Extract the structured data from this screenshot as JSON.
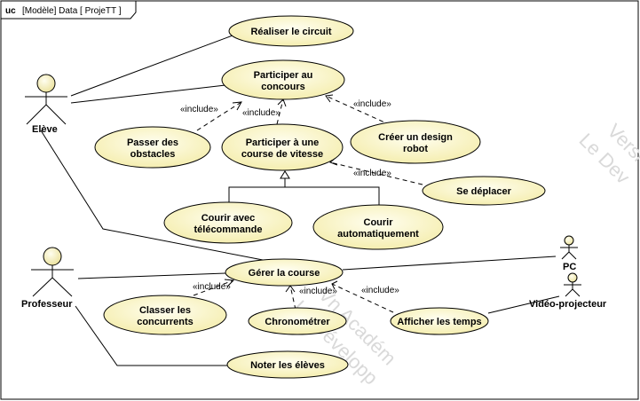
{
  "frame": {
    "kind": "uc",
    "title": "[Modèle] Data [ ProjeTT ]"
  },
  "actors": {
    "eleve": "Elève",
    "professeur": "Professeur",
    "pc": "PC",
    "video": "Vidéo-projecteur"
  },
  "use_cases": {
    "realiser": "Réaliser le circuit",
    "participer_concours": [
      "Participer au",
      "concours"
    ],
    "passer": [
      "Passer des",
      "obstacles"
    ],
    "participer_course": [
      "Participer à une",
      "course de vitesse"
    ],
    "creer": [
      "Créer un design",
      "robot"
    ],
    "deplacer": "Se déplacer",
    "courir_tele": [
      "Courir avec",
      "télécommande"
    ],
    "courir_auto": [
      "Courir",
      "automatiquement"
    ],
    "gerer": "Gérer la course",
    "classer": [
      "Classer les",
      "concurrents"
    ],
    "chrono": "Chronométrer",
    "afficher": "Afficher les temps",
    "noter": "Noter les élèves"
  },
  "include_label": "«include»",
  "watermark": {
    "right": [
      "Versi",
      "Le Dev"
    ],
    "bottom": [
      "Vn Académ",
      "Le Développ"
    ]
  },
  "colors": {
    "usecase_fill": "#fffacd",
    "line": "#000000",
    "watermark": "#d9d9d9"
  }
}
